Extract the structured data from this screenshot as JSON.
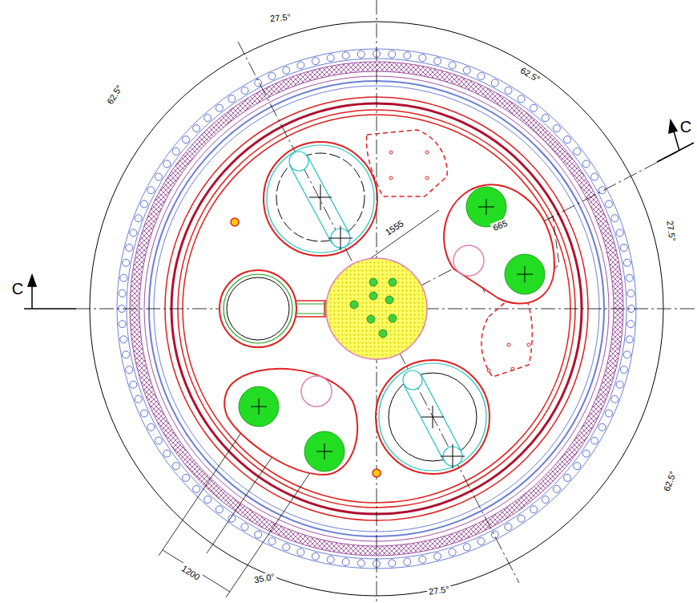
{
  "diagram": {
    "labels": [
      "27.5°",
      "62.5°",
      "62.5°",
      "C",
      "1555",
      "665",
      "C",
      "27.5°",
      "62.5°",
      "1200",
      "35.0°",
      "27.5°"
    ]
  }
}
